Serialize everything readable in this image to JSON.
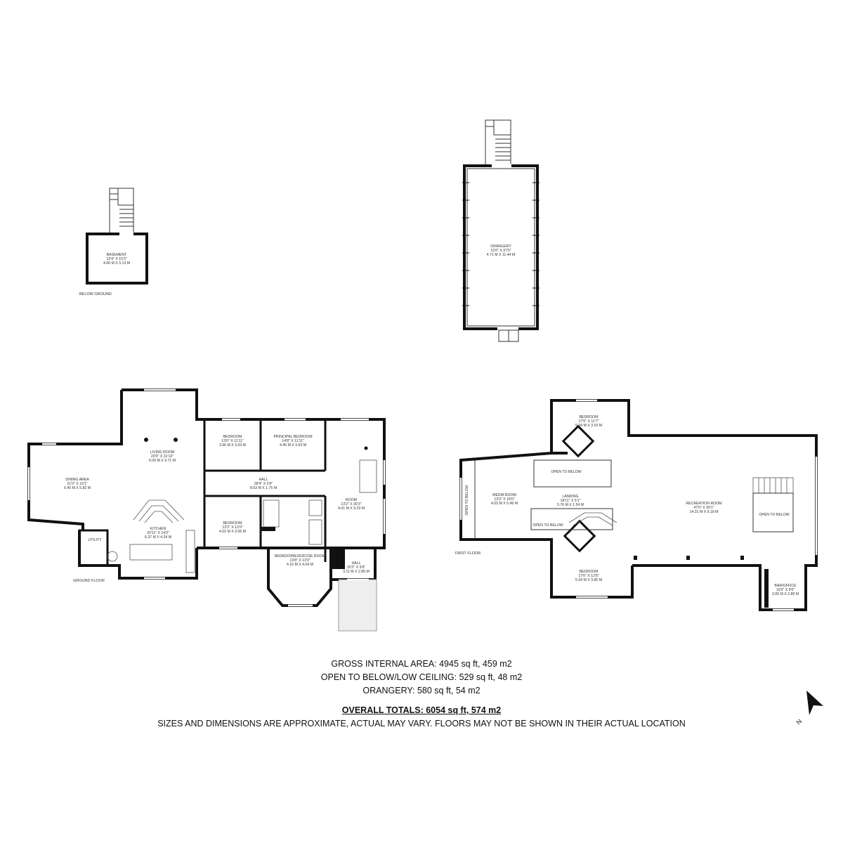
{
  "floors": {
    "below_ground": {
      "label": "BELOW GROUND",
      "rooms": [
        {
          "name": "BASEMENT",
          "imperial": "13'4\" X 10'3\"",
          "metric": "4.06 M X 3.13 M"
        }
      ]
    },
    "orangery": {
      "rooms": [
        {
          "name": "ORANGERY",
          "imperial": "15'6\" X 37'6\"",
          "metric": "4.71 M X 11.44 M"
        }
      ]
    },
    "ground_floor": {
      "label": "GROUND FLOOR",
      "rooms": [
        {
          "name": "DINING AREA",
          "imperial": "21'0\" X 19'1\"",
          "metric": "6.40 M X 5.82 M"
        },
        {
          "name": "LIVING ROOM",
          "imperial": "20'0\" X 31'10\"",
          "metric": "6.09 M X 9.71 M"
        },
        {
          "name": "BEDROOM",
          "imperial": "13'0\" X 11'11\"",
          "metric": "3.96 M X 3.63 M"
        },
        {
          "name": "PRINCIPAL BEDROOM",
          "imperial": "14'8\" X 11'11\"",
          "metric": "4.46 M X 3.63 M"
        },
        {
          "name": "HALL",
          "imperial": "28'4\" X 5'9\"",
          "metric": "8.63 M X 1.75 M"
        },
        {
          "name": "ROOM",
          "imperial": "13'2\" X 30'3\"",
          "metric": "4.01 M X 9.23 M"
        },
        {
          "name": "BEDROOM",
          "imperial": "13'2\" X 12'0\"",
          "metric": "4.02 M X 3.65 M"
        },
        {
          "name": "KITCHEN",
          "imperial": "20'11\" X 14'3\"",
          "metric": "6.37 M X 4.34 M"
        },
        {
          "name": "BEDROOM/EXERCISE ROOM",
          "imperial": "13'8\" X 13'3\"",
          "metric": "4.16 M X 4.04 M"
        },
        {
          "name": "HALL",
          "imperial": "10'2\" X 9'6\"",
          "metric": "3.11 M X 2.89 M"
        }
      ],
      "utility_label": "UTILITY"
    },
    "first_floor": {
      "label": "FIRST FLOOR",
      "rooms": [
        {
          "name": "BEDROOM",
          "imperial": "17'6\" X 11'7\"",
          "metric": "5.34 M X 3.53 M"
        },
        {
          "name": "MEDIA ROOM",
          "imperial": "13'3\" X 18'0\"",
          "metric": "4.03 M X 5.49 M"
        },
        {
          "name": "LANDING",
          "imperial": "18'11\" X 5'1\"",
          "metric": "5.76 M X 1.54 M"
        },
        {
          "name": "RECREATION ROOM",
          "imperial": "47'0\" X 30'1\"",
          "metric": "14.31 M X 9.18 M"
        },
        {
          "name": "BEDROOM",
          "imperial": "17'6\" X 12'8\"",
          "metric": "5.34 M X 3.85 M"
        },
        {
          "name": "BAR/OFFICE",
          "imperial": "10'0\" X 9'6\"",
          "metric": "3.05 M X 2.89 M"
        }
      ],
      "open_to_below": "OPEN TO BELOW"
    }
  },
  "totals": {
    "gross": "GROSS INTERNAL AREA: 4945 sq ft, 459 m2",
    "open_below": "OPEN TO BELOW/LOW CEILING: 529 sq ft, 48 m2",
    "orangery": "ORANGERY: 580 sq ft, 54 m2",
    "overall": "OVERALL TOTALS: 6054 sq ft, 574 m2",
    "disclaimer": "SIZES AND DIMENSIONS ARE APPROXIMATE, ACTUAL MAY VARY.  FLOORS MAY NOT BE SHOWN IN THEIR ACTUAL LOCATION"
  },
  "compass": {
    "label": "N",
    "icon": "north-arrow-icon"
  }
}
